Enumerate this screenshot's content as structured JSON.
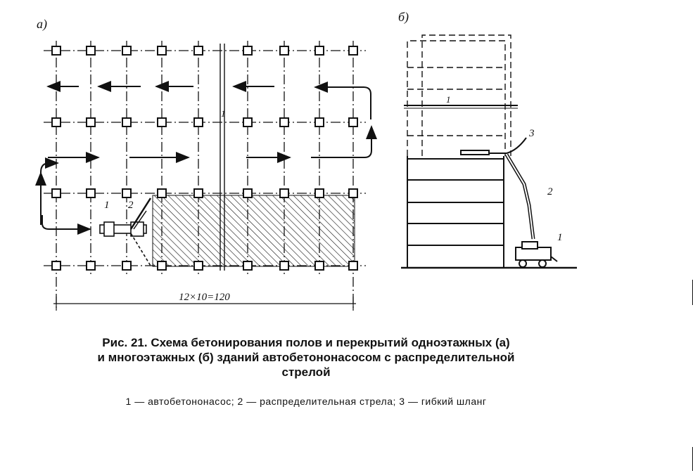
{
  "panel_a": {
    "label": "а)",
    "dimension": "12×10=120",
    "callout_1": "1",
    "callout_2": "2",
    "axis_mark": "1"
  },
  "panel_b": {
    "label": "б)",
    "callout_1": "1",
    "callout_2": "2",
    "callout_3": "3",
    "level_mark": "1"
  },
  "caption": {
    "title_line1": "Рис. 21. Схема бетонирования полов и перекрытий одноэтажных (а)",
    "title_line2": "и многоэтажных (б) зданий автобетононасосом с распределительной",
    "title_line3": "стрелой",
    "legend": "1 — автобетононасос;  2 — распределительная стрела;  3 — гибкий шланг"
  }
}
